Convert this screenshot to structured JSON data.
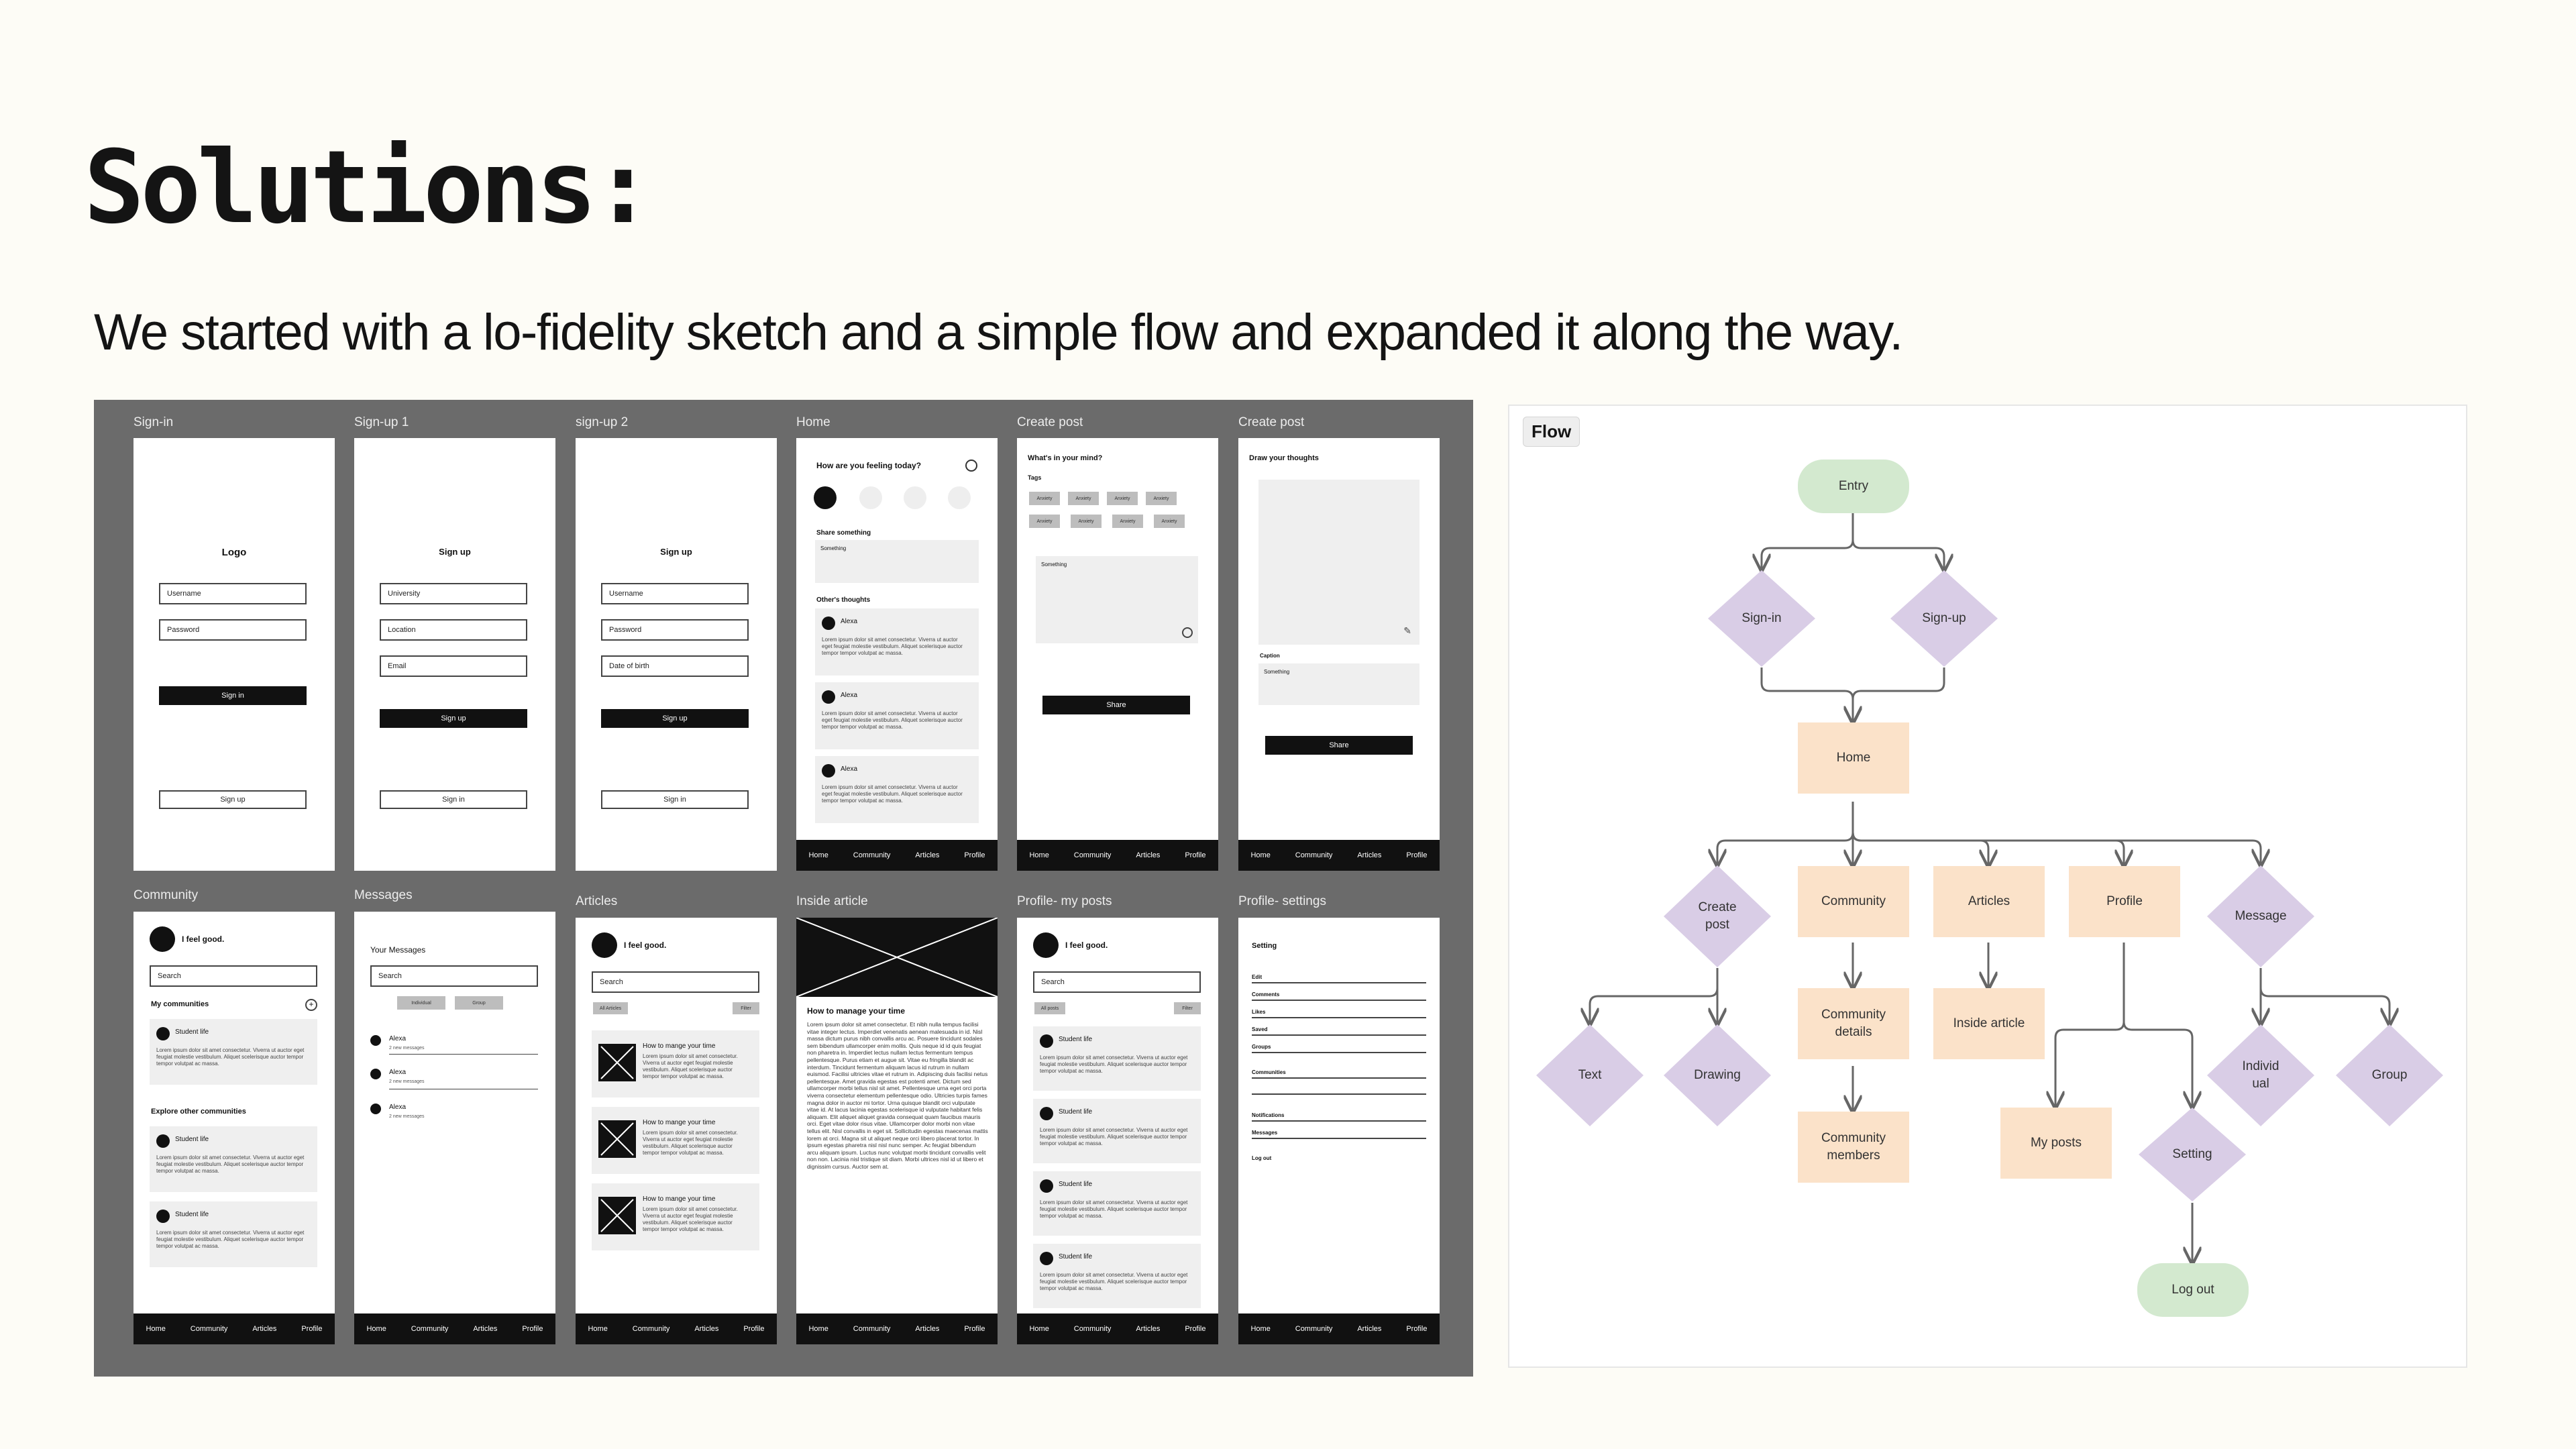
{
  "page": {
    "title": "Solutions:",
    "subtitle": "We started with a lo-fidelity sketch and a simple flow and expanded it along the way."
  },
  "nav": [
    "Home",
    "Community",
    "Articles",
    "Profile"
  ],
  "wireframes": {
    "signin": {
      "title": "Sign-in",
      "logo": "Logo",
      "username": "Username",
      "password": "Password",
      "signin_btn": "Sign in",
      "signup_btn": "Sign up"
    },
    "signup1": {
      "title": "Sign-up 1",
      "heading": "Sign up",
      "university": "University",
      "location": "Location",
      "email": "Email",
      "signup_btn": "Sign up",
      "signin_btn": "Sign in"
    },
    "signup2": {
      "title": "sign-up 2",
      "heading": "Sign up",
      "username": "Username",
      "password": "Password",
      "dob": "Date of birth",
      "signup_btn": "Sign up",
      "signin_btn": "Sign in"
    },
    "home": {
      "title": "Home",
      "question": "How are you feeling today?",
      "share_label": "Share something",
      "share_placeholder": "Something",
      "others": "Other's thoughts",
      "user": "Alexa"
    },
    "create1": {
      "title": "Create post",
      "question": "What's in your mind?",
      "tags_label": "Tags",
      "tag": "Anxiety",
      "placeholder": "Something",
      "share_btn": "Share"
    },
    "create2": {
      "title": "Create post",
      "heading": "Draw your thoughts",
      "caption_label": "Caption",
      "caption_placeholder": "Something",
      "share_btn": "Share"
    },
    "community": {
      "title": "Community",
      "mood": "I feel good.",
      "search": "Search",
      "my_communities": "My communities",
      "explore": "Explore other communities",
      "student": "Student life"
    },
    "messages": {
      "title": "Messages",
      "heading": "Your Messages",
      "search": "Search",
      "individual": "Individual",
      "group": "Group",
      "user": "Alexa",
      "sub": "2 new messages"
    },
    "articles": {
      "title": "Articles",
      "mood": "I feel good.",
      "search": "Search",
      "all": "All Articles",
      "filter": "Filter",
      "item": "How to mange your time"
    },
    "inside": {
      "title": "Inside article",
      "heading": "How to manage your time"
    },
    "profile_posts": {
      "title": "Profile- my posts",
      "mood": "I feel good.",
      "search": "Search",
      "all": "All posts",
      "filter": "Filter",
      "student": "Student life"
    },
    "profile_settings": {
      "title": "Profile- settings",
      "heading": "Setting",
      "items": [
        "Edit",
        "Comments",
        "Likes",
        "Saved",
        "Groups",
        "Communities",
        "Notifications",
        "Messages",
        "Log out"
      ]
    }
  },
  "lorem_short": "Lorem ipsum dolor sit amet consectetur. Viverra ut auctor eget feugiat molestie vestibulum. Aliquet scelerisque auctor tempor tempor volutpat ac massa.",
  "lorem_long": "Lorem ipsum dolor sit amet consectetur. Et nibh nulla tempus facilisi vitae integer lectus. Imperdiet venenatis aenean malesuada in id. Nisl massa dictum purus nibh convallis arcu ac. Posuere tincidunt sodales sem bibendum ullamcorper enim mollis. Quis neque id id quis feugiat non pharetra in. Imperdiet lectus nullam lectus fermentum tempus pellentesque. Purus etiam et augue sit. Vitae eu fringilla blandit ac interdum. Tincidunt fermentum aliquam lacus id rutrum in nullam euismod. Facilisi ultricies vitae et rutrum in. Adipiscing duis facilisi netus pellentesque. Amet gravida egestas est potenti amet. Dictum sed ullamcorper morbi tellus nisl sit amet. Pellentesque urna eget orci porta viverra consectetur elementum pellentesque odio. Ultricies turpis fames magna dolor in auctor mi tortor. Urna quisque blandit orci vulputate vitae id. At lacus lacinia egestas scelerisque id vulputate habitant felis aliquam. Elit aliquet aliquet gravida consequat quam faucibus mauris orci. Eget vitae dolor risus vitae. Ullamcorper dolor morbi non vitae tellus elit. Nisl convallis in eget sit. Sollicitudin egestas maecenas mattis lorem at orci. Magna sit ut aliquet neque orci libero placerat tortor. In ipsum egestas pharetra nisl nisl nunc semper. Ac feugiat bibendum arcu aliquam ipsum. Luctus nunc volutpat morbi tincidunt convallis velit non non. Lacinia nisl tristique sit diam. Morbi ultrices nisl id ut libero et dignissim cursus. Auctor sem at.",
  "flow": {
    "label": "Flow",
    "entry": "Entry",
    "signin": "Sign-in",
    "signup": "Sign-up",
    "home": "Home",
    "create_post": "Create\npost",
    "community": "Community",
    "articles": "Articles",
    "profile": "Profile",
    "message": "Message",
    "text": "Text",
    "drawing": "Drawing",
    "community_details": "Community\ndetails",
    "inside_article": "Inside article",
    "individual": "Individ\nual",
    "group": "Group",
    "my_posts": "My posts",
    "setting": "Setting",
    "community_members": "Community\nmembers",
    "logout": "Log out"
  },
  "colors": {
    "start": "#d3e9cf",
    "decision": "#d9cde6",
    "process": "#fbe2c9",
    "connector": "#666666"
  }
}
